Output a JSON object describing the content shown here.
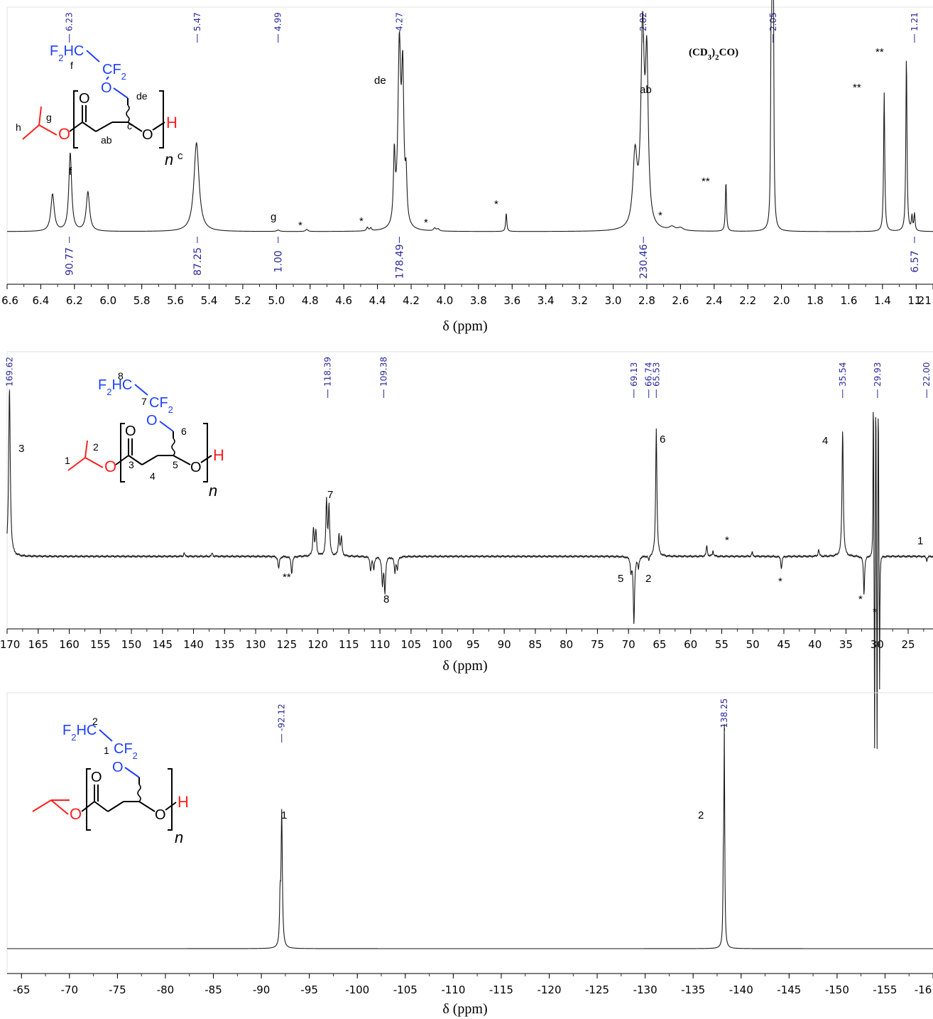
{
  "chart_data": [
    {
      "type": "line",
      "xlabel": "δ (ppm)",
      "xlim": [
        6.6,
        1.1
      ],
      "xticks": [
        "6.6",
        "6.4",
        "6.2",
        "6.0",
        "5.8",
        "5.6",
        "5.4",
        "5.2",
        "5.0",
        "4.8",
        "4.6",
        "4.4",
        "4.2",
        "4.0",
        "3.8",
        "3.6",
        "3.4",
        "3.2",
        "3.0",
        "2.8",
        "2.6",
        "2.4",
        "2.2",
        "2.0",
        "1.8",
        "1.6",
        "1.4",
        "1.2",
        "1.1"
      ],
      "peak_labels": [
        "6.23",
        "5.47",
        "4.99",
        "4.27",
        "2.82",
        "2.05",
        "1.21"
      ],
      "integrals": [
        "90.77",
        "87.25",
        "1.00",
        "178.49",
        "230.46",
        "6.57"
      ],
      "annotations": [
        "f",
        "c",
        "g",
        "*",
        "*",
        "*",
        "*",
        "de",
        "ab",
        "*",
        "**",
        "**",
        "**"
      ],
      "solvent": "(CD3)2CO)",
      "structure_labels": [
        "F2HC",
        "CF2",
        "O",
        "O",
        "O",
        "O",
        "H",
        "n",
        "f",
        "g",
        "h",
        "ab",
        "c",
        "de"
      ]
    },
    {
      "type": "line",
      "xlabel": "δ (ppm)",
      "xlim": [
        170,
        21
      ],
      "xticks": [
        "170",
        "165",
        "160",
        "155",
        "150",
        "145",
        "140",
        "135",
        "130",
        "125",
        "120",
        "115",
        "110",
        "105",
        "100",
        "95",
        "90",
        "85",
        "80",
        "75",
        "70",
        "65",
        "60",
        "55",
        "50",
        "45",
        "40",
        "35",
        "30",
        "25"
      ],
      "peak_labels": [
        "169.62",
        "118.39",
        "109.38",
        "69.13",
        "66.74",
        "65.53",
        "35.54",
        "29.93",
        "22.00"
      ],
      "annotations": [
        "3",
        "7",
        "**",
        "8",
        "5",
        "2",
        "6",
        "*",
        "*",
        "4",
        "*",
        "*",
        "1"
      ],
      "structure_labels": [
        "F2HC",
        "CF2",
        "O",
        "O",
        "O",
        "O",
        "H",
        "n",
        "1",
        "2",
        "3",
        "4",
        "5",
        "6",
        "7",
        "8"
      ]
    },
    {
      "type": "line",
      "xlabel": "δ (ppm)",
      "xlim": [
        -63.5,
        -160
      ],
      "xticks": [
        "-65",
        "-70",
        "-75",
        "-80",
        "-85",
        "-90",
        "-95",
        "-100",
        "-105",
        "-110",
        "-115",
        "-120",
        "-125",
        "-130",
        "-135",
        "-140",
        "-145",
        "-150",
        "-155",
        "-16"
      ],
      "peak_labels": [
        "-92.12",
        "-138.25"
      ],
      "annotations": [
        "1",
        "2"
      ],
      "structure_labels": [
        "F2HC",
        "CF2",
        "O",
        "O",
        "O",
        "O",
        "H",
        "n",
        "1",
        "2"
      ]
    }
  ]
}
